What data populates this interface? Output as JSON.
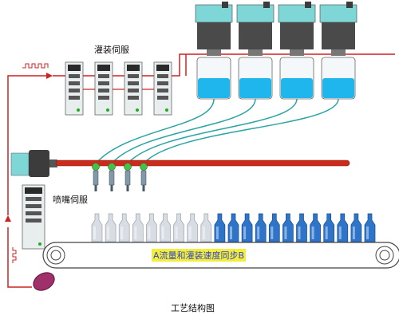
{
  "labels": {
    "fill_servo": "灌装伺服",
    "nozzle_servo": "喷嘴伺服",
    "sync_text": "A流量和灌装速度同步B",
    "caption": "工艺结构图"
  },
  "components": {
    "fill_servo_drive_count": 4,
    "filling_head_count": 4,
    "nozzle_count": 4,
    "bottle_count": 21,
    "filled_bottle_count": 12
  },
  "colors": {
    "motor": "#7fd6d6",
    "drive_body": "#e8eeee",
    "liquid": "#1fb6ee",
    "bottle_filled": "#2e74c9",
    "bottle_empty": "#d8dde3",
    "signal_line": "#cc2222",
    "hose": "#2aa3a3",
    "rail": "#cc2a1a",
    "highlight": "#f2ee3a",
    "sensor": "#a0306a"
  },
  "icons": [
    "servo-drive-icon",
    "servo-motor-icon",
    "liquid-tank-icon",
    "nozzle-icon",
    "bottle-icon",
    "conveyor-roller-icon",
    "pulse-signal-icon",
    "sensor-icon"
  ]
}
